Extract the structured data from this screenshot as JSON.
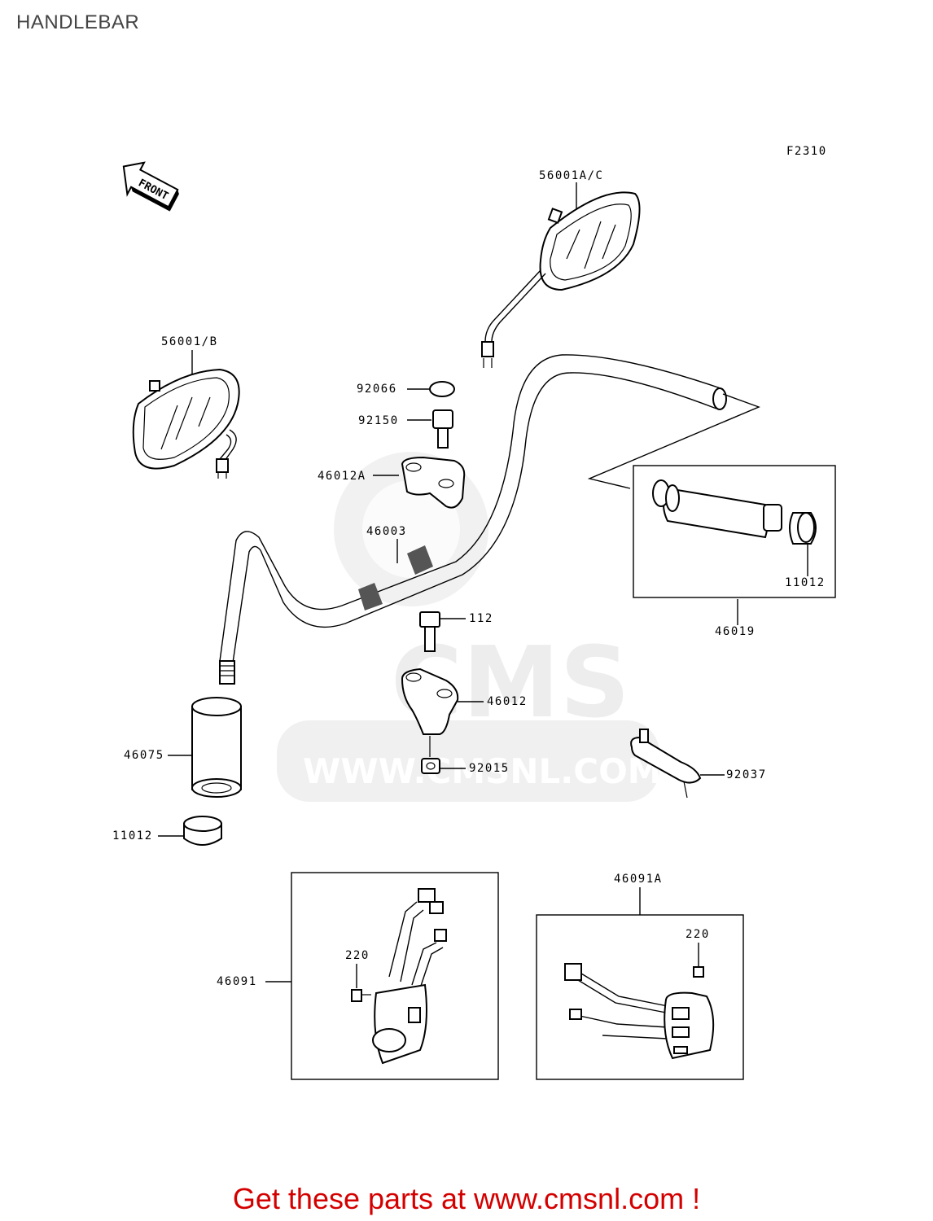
{
  "title": "HANDLEBAR",
  "figure_code": "F2310",
  "front_arrow_label": "FRONT",
  "watermark": {
    "logo_text": "CMS",
    "url_text": "WWW.CMSNL.COM",
    "color": "#e6e6e6"
  },
  "parts": {
    "p56001AC": "56001A/C",
    "p56001B": "56001/B",
    "p92066": "92066",
    "p92150": "92150",
    "p46012A": "46012A",
    "p46003": "46003",
    "p112": "112",
    "p46012": "46012",
    "p46075": "46075",
    "p92015": "92015",
    "p11012_left": "11012",
    "p11012_right": "11012",
    "p46019": "46019",
    "p92037": "92037",
    "p46091": "46091",
    "p46091A": "46091A",
    "p220_left": "220",
    "p220_right": "220"
  },
  "footer_text": "Get these parts at www.cmsnl.com !",
  "colors": {
    "footer": "#d40000",
    "lines": "#000000",
    "title": "#444444"
  }
}
